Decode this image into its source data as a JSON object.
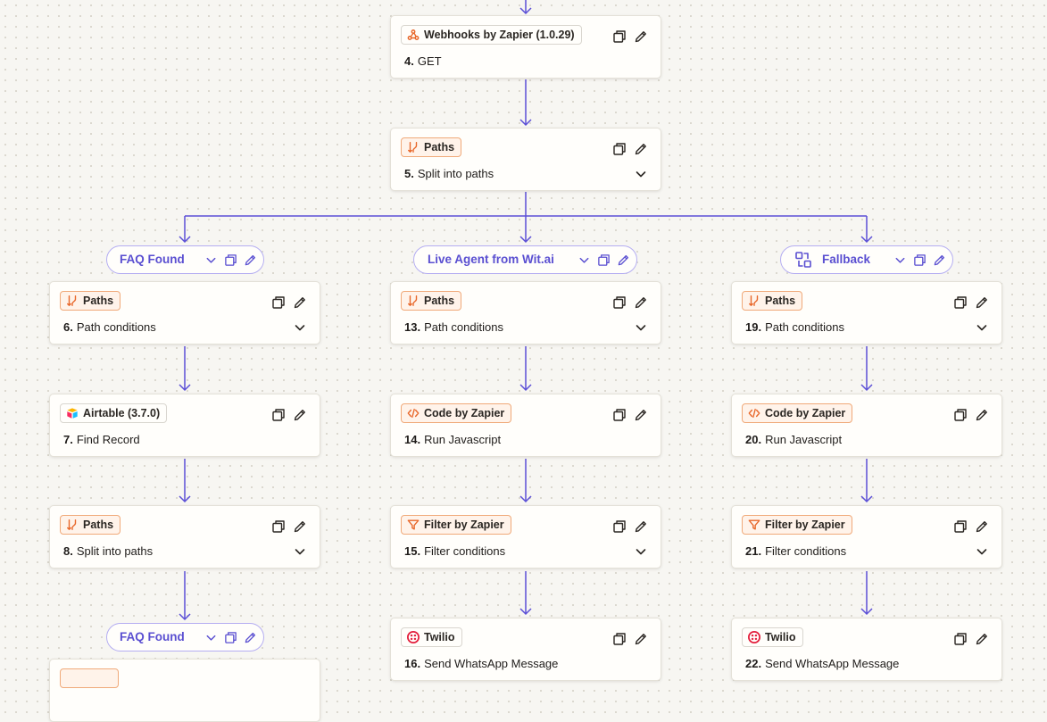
{
  "colors": {
    "connector": "#5b4fd6",
    "pill_text": "#5a4fd1",
    "pill_border": "#b5aef2",
    "badge_orange_bg": "#fff3ea",
    "badge_orange_border": "#f0a979",
    "icon_orange": "#e8672a"
  },
  "steps": [
    {
      "id": "s4",
      "badge": "Webhooks by Zapier (1.0.29)",
      "badge_style": "plain",
      "icon": "webhook-icon",
      "number": "4.",
      "title": "GET",
      "chevron": false
    },
    {
      "id": "s5",
      "badge": "Paths",
      "badge_style": "orange",
      "icon": "paths-icon",
      "number": "5.",
      "title": "Split into paths",
      "chevron": true
    },
    {
      "id": "s6",
      "badge": "Paths",
      "badge_style": "orange",
      "icon": "paths-icon",
      "number": "6.",
      "title": "Path conditions",
      "chevron": true
    },
    {
      "id": "s7",
      "badge": "Airtable (3.7.0)",
      "badge_style": "plain",
      "icon": "airtable-icon",
      "number": "7.",
      "title": "Find Record",
      "chevron": false
    },
    {
      "id": "s8",
      "badge": "Paths",
      "badge_style": "orange",
      "icon": "paths-icon",
      "number": "8.",
      "title": "Split into paths",
      "chevron": true
    },
    {
      "id": "s13",
      "badge": "Paths",
      "badge_style": "orange",
      "icon": "paths-icon",
      "number": "13.",
      "title": "Path conditions",
      "chevron": true
    },
    {
      "id": "s14",
      "badge": "Code by Zapier",
      "badge_style": "orange",
      "icon": "code-icon",
      "number": "14.",
      "title": "Run Javascript",
      "chevron": false
    },
    {
      "id": "s15",
      "badge": "Filter by Zapier",
      "badge_style": "orange",
      "icon": "filter-icon",
      "number": "15.",
      "title": "Filter conditions",
      "chevron": true
    },
    {
      "id": "s16",
      "badge": "Twilio",
      "badge_style": "plain",
      "icon": "twilio-icon",
      "number": "16.",
      "title": "Send WhatsApp Message",
      "chevron": false
    },
    {
      "id": "s19",
      "badge": "Paths",
      "badge_style": "orange",
      "icon": "paths-icon",
      "number": "19.",
      "title": "Path conditions",
      "chevron": true
    },
    {
      "id": "s20",
      "badge": "Code by Zapier",
      "badge_style": "orange",
      "icon": "code-icon",
      "number": "20.",
      "title": "Run Javascript",
      "chevron": false
    },
    {
      "id": "s21",
      "badge": "Filter by Zapier",
      "badge_style": "orange",
      "icon": "filter-icon",
      "number": "21.",
      "title": "Filter conditions",
      "chevron": true
    },
    {
      "id": "s22",
      "badge": "Twilio",
      "badge_style": "plain",
      "icon": "twilio-icon",
      "number": "22.",
      "title": "Send WhatsApp Message",
      "chevron": false
    },
    {
      "id": "s9",
      "badge": "",
      "badge_style": "orange",
      "icon": "paths-icon",
      "number": "",
      "title": "",
      "chevron": false
    }
  ],
  "paths": [
    {
      "id": "p1",
      "label": "FAQ Found",
      "icon": ""
    },
    {
      "id": "p2",
      "label": "Live Agent from Wit.ai",
      "icon": ""
    },
    {
      "id": "p3",
      "label": "Fallback",
      "icon": "fallback-route-icon"
    },
    {
      "id": "p4",
      "label": "FAQ Found",
      "icon": ""
    }
  ],
  "actions": {
    "copy_icon": "copy-icon",
    "edit_icon": "pencil-icon",
    "expand_icon": "chevron-down-icon"
  }
}
